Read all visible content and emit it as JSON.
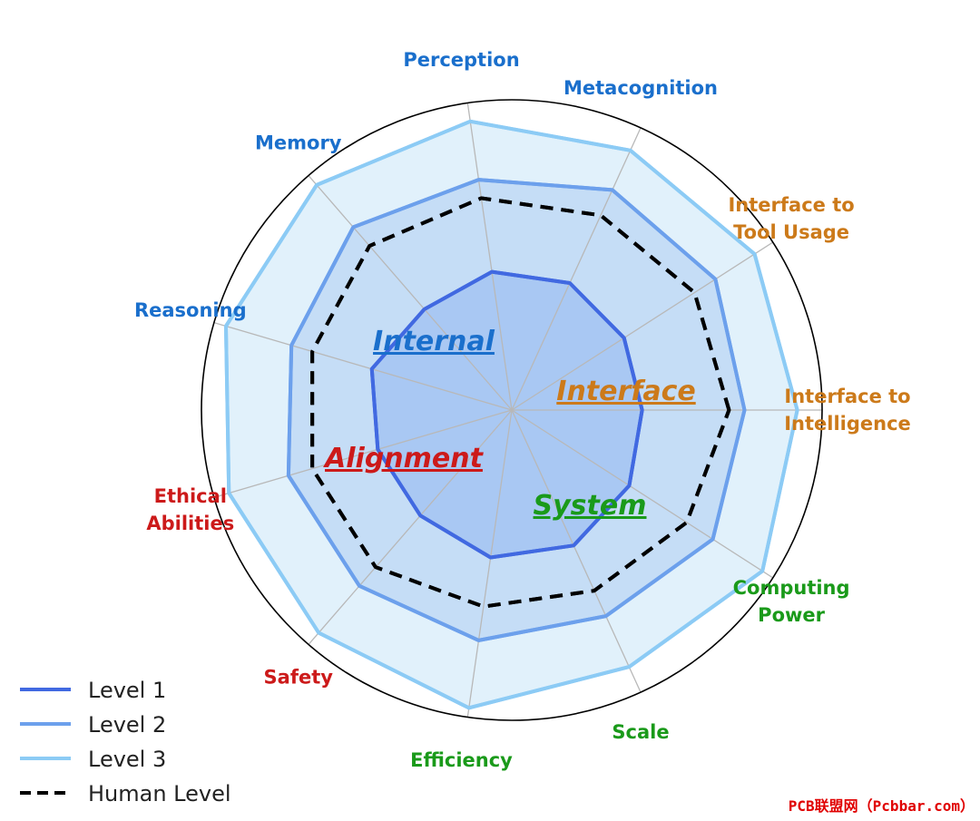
{
  "chart_data": {
    "type": "radar",
    "axes": [
      {
        "label": [
          "Interface to",
          "Intelligence"
        ],
        "color": "#cc7a1a"
      },
      {
        "label": [
          "Interface to",
          "Tool Usage"
        ],
        "color": "#cc7a1a"
      },
      {
        "label": [
          "Metacognition"
        ],
        "color": "#1a6fcc"
      },
      {
        "label": [
          "Perception"
        ],
        "color": "#1a6fcc"
      },
      {
        "label": [
          "Memory"
        ],
        "color": "#1a6fcc"
      },
      {
        "label": [
          "Reasoning"
        ],
        "color": "#1a6fcc"
      },
      {
        "label": [
          "Ethical",
          "Abilities"
        ],
        "color": "#cc1a1a"
      },
      {
        "label": [
          "Safety"
        ],
        "color": "#cc1a1a"
      },
      {
        "label": [
          "Efficiency"
        ],
        "color": "#1a9a1a"
      },
      {
        "label": [
          "Scale"
        ],
        "color": "#1a9a1a"
      },
      {
        "label": [
          "Computing",
          "Power"
        ],
        "color": "#1a9a1a"
      }
    ],
    "rmax": 1.0,
    "series": [
      {
        "name": "Level 3",
        "values": [
          0.92,
          0.93,
          0.92,
          0.94,
          0.96,
          0.96,
          0.95,
          0.95,
          0.97,
          0.91,
          0.96
        ],
        "line_color": "#8ccbf5",
        "fill_color": "#e1f1fb"
      },
      {
        "name": "Level 2",
        "values": [
          0.75,
          0.78,
          0.78,
          0.75,
          0.78,
          0.74,
          0.75,
          0.75,
          0.75,
          0.73,
          0.77
        ],
        "line_color": "#6ca0ec",
        "fill_color": "#c5ddf6"
      },
      {
        "name": "Human Level",
        "values": [
          0.7,
          0.7,
          0.69,
          0.69,
          0.7,
          0.67,
          0.67,
          0.67,
          0.64,
          0.64,
          0.67
        ],
        "line_color": "#000000",
        "dashed": true
      },
      {
        "name": "Level 1",
        "values": [
          0.42,
          0.43,
          0.45,
          0.45,
          0.43,
          0.47,
          0.45,
          0.45,
          0.48,
          0.48,
          0.45
        ],
        "line_color": "#4169e1",
        "fill_color": "#a9c8f3"
      }
    ],
    "group_labels": [
      {
        "text": "Internal",
        "color": "#1a6fcc"
      },
      {
        "text": "Interface",
        "color": "#cc7a1a"
      },
      {
        "text": "Alignment",
        "color": "#cc1a1a"
      },
      {
        "text": "System",
        "color": "#1a9a1a"
      }
    ],
    "legend": {
      "placement": "bottom-left",
      "entries": [
        {
          "label": "Level 1",
          "color": "#4169e1"
        },
        {
          "label": "Level 2",
          "color": "#6ca0ec"
        },
        {
          "label": "Level 3",
          "color": "#8ccbf5"
        },
        {
          "label": "Human Level",
          "color": "#000000",
          "dashed": true
        }
      ]
    },
    "grid": true
  },
  "watermark": "PCB联盟网（Pcbbar.com）"
}
